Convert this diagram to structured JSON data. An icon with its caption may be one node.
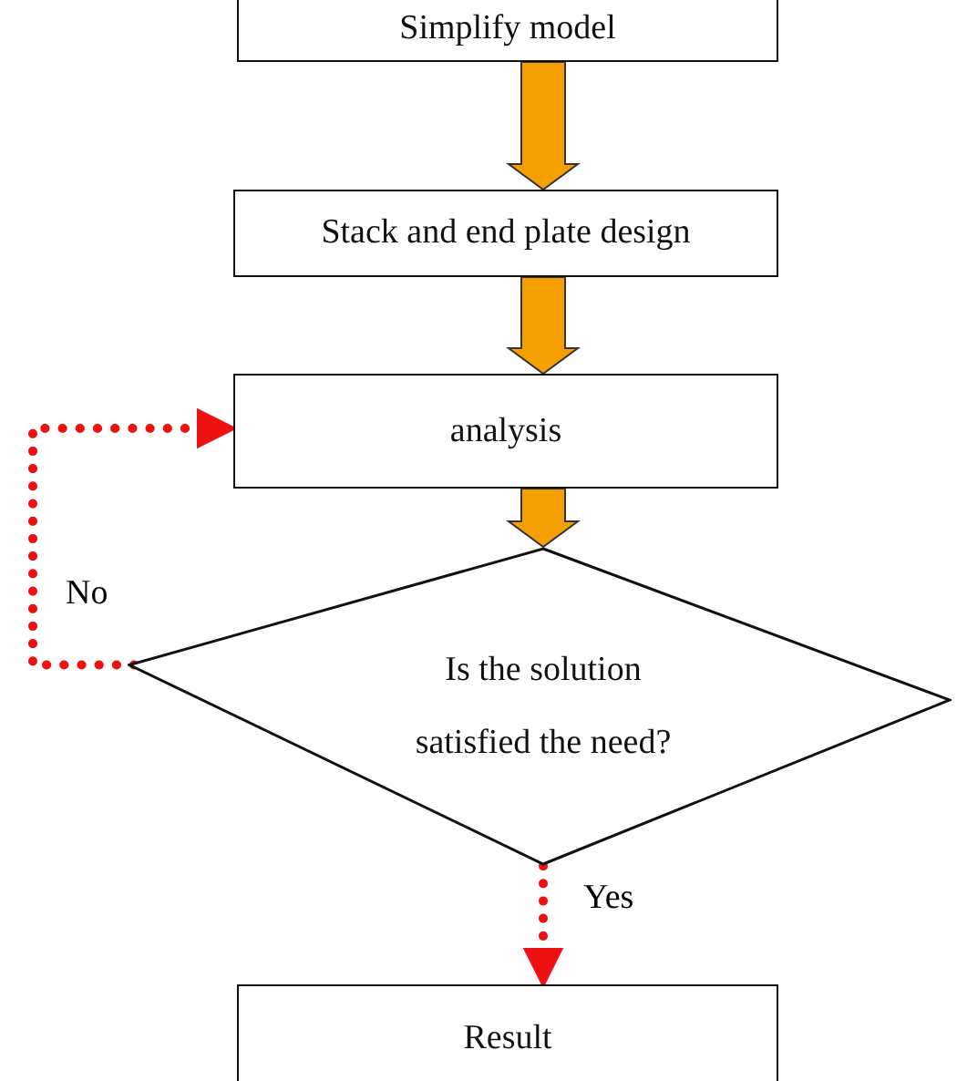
{
  "diagram": {
    "nodes": [
      {
        "text": [
          "Simplify model"
        ]
      },
      {
        "text": [
          "Stack and end plate design"
        ]
      },
      {
        "text": [
          "analysis"
        ]
      },
      {
        "text": [
          "Is the solution satisfied the need?"
        ]
      },
      {
        "text": [
          "Result"
        ]
      }
    ],
    "edges": [
      {
        "from": 0,
        "to": 1,
        "arrow": "to",
        "style": "thick",
        "color": "#f5a000"
      },
      {
        "from": 1,
        "to": 2,
        "arrow": "to",
        "style": "thick",
        "color": "#f5a000"
      },
      {
        "from": 2,
        "to": 3,
        "arrow": "to",
        "style": "thick",
        "color": "#f5a000"
      },
      {
        "from": 3,
        "to": 2,
        "arrow": "to",
        "label": "No",
        "style": "dashed",
        "color": "#ee1111"
      },
      {
        "from": 3,
        "to": 4,
        "arrow": "to",
        "label": "Yes",
        "style": "dashed",
        "color": "#ee1111"
      }
    ]
  }
}
